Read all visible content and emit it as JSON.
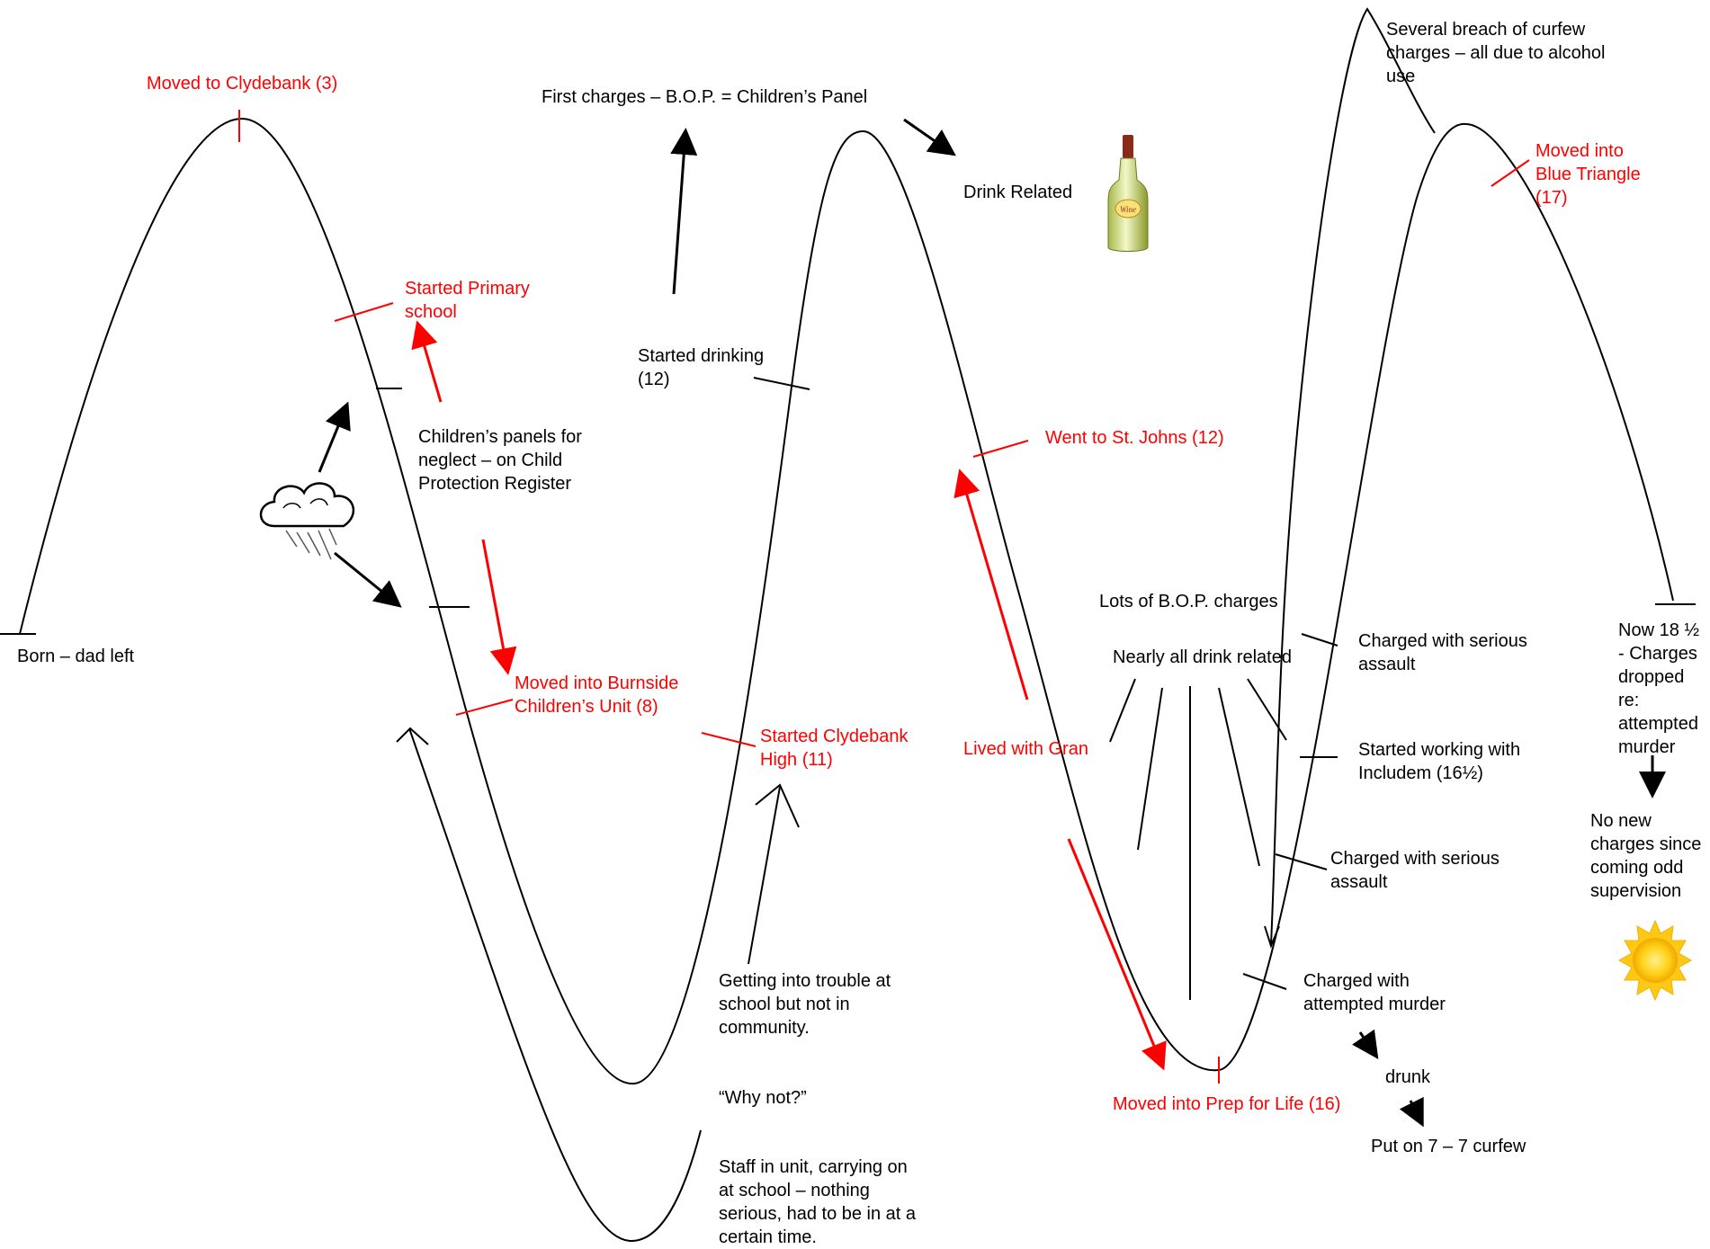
{
  "labels": {
    "born": "Born – dad left",
    "moved_clydebank": "Moved to Clydebank (3)",
    "started_primary": "Started Primary\nschool",
    "childrens_panels": "Children’s panels for\nneglect – on Child\nProtection Register",
    "burnside": "Moved into Burnside\nChildren’s Unit (8)",
    "staff_in_unit": "Staff in unit, carrying on\nat school – nothing\nserious, had to be in at a\ncertain time.",
    "why_not": "“Why not?”",
    "getting_trouble": "Getting into trouble at\nschool but not in\ncommunity.",
    "started_high": "Started Clydebank\nHigh (11)",
    "started_drinking": "Started drinking\n(12)",
    "first_charges": "First charges – B.O.P. = Children’s Panel",
    "drink_related": "Drink Related",
    "st_johns": "Went to St. Johns (12)",
    "lived_gran": "Lived with Gran",
    "prep_life": "Moved into Prep for Life (16)",
    "lots_bop": "Lots of B.O.P. charges",
    "nearly_all": "Nearly all drink related",
    "serious_assault_1": "Charged with serious\nassault",
    "includem": "Started working with\nIncludem (16½)",
    "serious_assault_2": "Charged with serious\nassault",
    "attempted_murder": "Charged with\nattempted murder",
    "drunk": "drunk",
    "curfew": "Put on 7 – 7 curfew",
    "breach_curfew": "Several breach of curfew\ncharges – all due to alcohol\nuse",
    "blue_triangle": "Moved into\nBlue Triangle\n(17)",
    "now_18": "Now 18 ½\n- Charges\ndropped\nre:\nattempted\nmurder",
    "no_new": "No new\ncharges since\ncoming odd\nsupervision"
  },
  "bottle_label": "Wine",
  "icons": {
    "cloud": "rain-cloud-icon",
    "bottle": "wine-bottle-icon",
    "sun": "sun-icon"
  },
  "colors": {
    "positive_event": "#ff0000",
    "neutral_event": "#000000"
  }
}
